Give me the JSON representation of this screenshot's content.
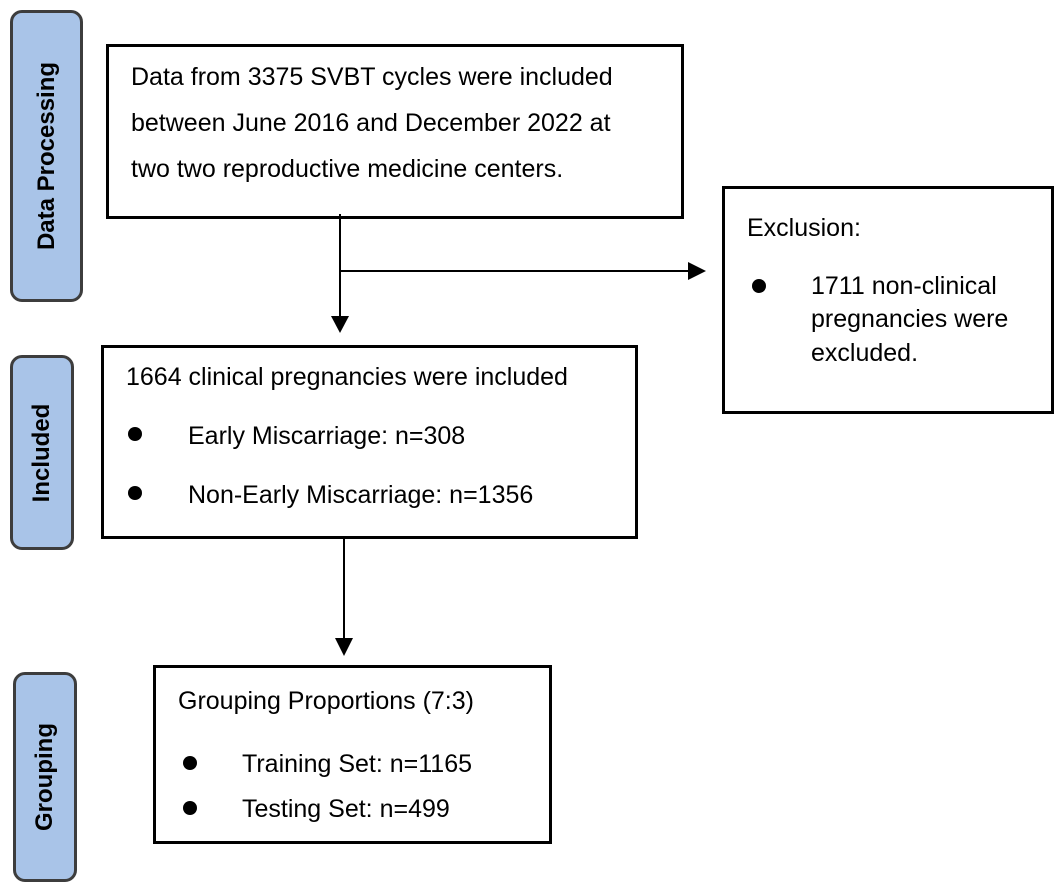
{
  "stages": {
    "data_processing": "Data Processing",
    "included": "Included",
    "grouping": "Grouping"
  },
  "data_box": {
    "lines": [
      "Data from 3375 SVBT cycles were included",
      "between June 2016 and December 2022 at",
      "two two reproductive medicine centers."
    ]
  },
  "exclusion_box": {
    "title": "Exclusion:",
    "item_lines": [
      "1711 non-clinical",
      "pregnancies were",
      "excluded."
    ]
  },
  "included_box": {
    "title": "1664 clinical pregnancies were included",
    "items": [
      "Early Miscarriage: n=308",
      "Non-Early Miscarriage: n=1356"
    ]
  },
  "grouping_box": {
    "title": "Grouping Proportions (7:3)",
    "items": [
      "Training Set: n=1165",
      "Testing Set: n=499"
    ]
  },
  "colors": {
    "stage_fill": "#a9c4e8",
    "stage_border": "#3d3d3d",
    "line": "#000000"
  }
}
